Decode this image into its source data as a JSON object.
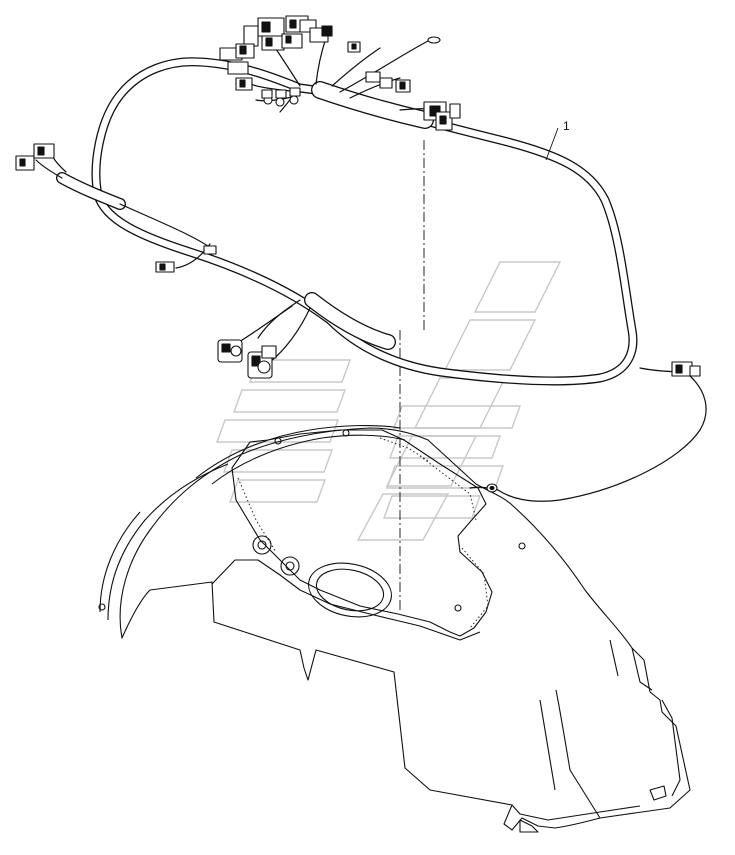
{
  "diagram": {
    "callouts": [
      {
        "label": "1",
        "refers_to": "wiring-harness"
      }
    ],
    "watermark": {
      "name": "diagonal-stripe-logo-watermark"
    },
    "colors": {
      "line": "#111111",
      "harness_fill": "#ffffff",
      "watermark": "#c8c8c8",
      "paint_marks": "#222222"
    }
  }
}
